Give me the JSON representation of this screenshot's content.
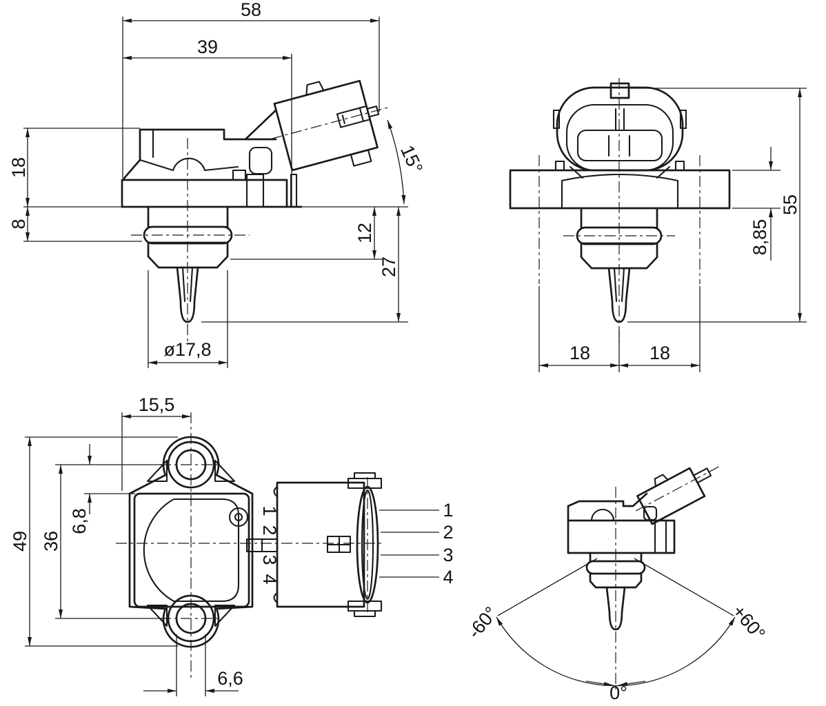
{
  "drawing": {
    "background": "#ffffff",
    "line_color": "#1a1a1a",
    "views": {
      "side": {
        "total_width": "58",
        "body_width": "39",
        "body_height": "18",
        "thread_section_height": "8",
        "connector_angle": "15°",
        "lower_section_height": "12",
        "probe_length": "27",
        "thread_diameter": "ø17,8"
      },
      "front": {
        "total_height": "55",
        "flange_thickness": "8,85",
        "hole_spacing_left": "18",
        "hole_spacing_right": "18"
      },
      "back": {
        "flange_hole_offset": "15,5",
        "total_height": "49",
        "hole_spacing": "36",
        "body_edge_offset": "6,8",
        "hole_diameter": "6,6",
        "pins": [
          "1",
          "2",
          "3",
          "4"
        ]
      },
      "swivel": {
        "angle_left": "-60°",
        "angle_right": "+60°",
        "angle_center": "0°"
      }
    }
  }
}
